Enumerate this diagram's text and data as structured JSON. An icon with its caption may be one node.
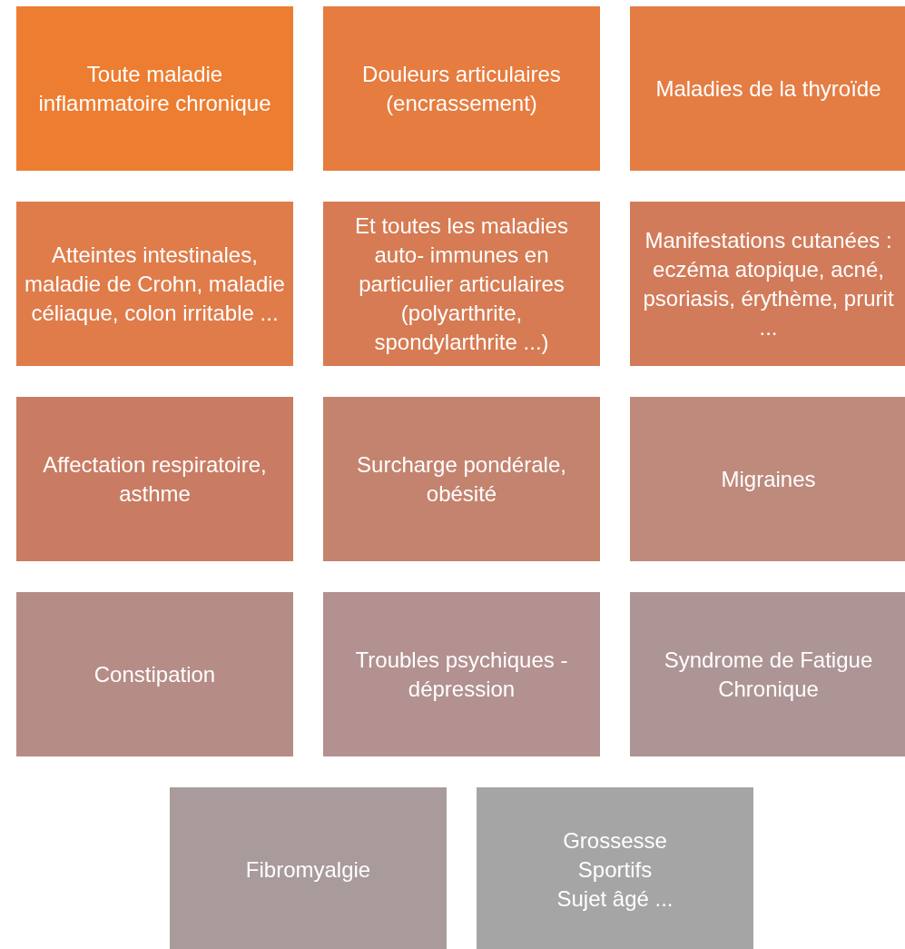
{
  "diagram": {
    "nodes": [
      {
        "text": [
          "Toute maladie inflammatoire chronique"
        ]
      },
      {
        "text": [
          "Douleurs articulaires (encrassement)"
        ]
      },
      {
        "text": [
          "Maladies de la thyroïde"
        ]
      },
      {
        "text": [
          "Atteintes intestinales, maladie de Crohn, maladie céliaque, colon irritable ..."
        ]
      },
      {
        "text": [
          "Et toutes les maladies auto- immunes en particulier articulaires (polyarthrite, spondylarthrite ...)"
        ]
      },
      {
        "text": [
          "Manifestations cutanées : eczéma atopique, acné, psoriasis, érythème, prurit ..."
        ]
      },
      {
        "text": [
          "Affectation respiratoire, asthme"
        ]
      },
      {
        "text": [
          "Surcharge pondérale, obésité"
        ]
      },
      {
        "text": [
          "Migraines"
        ]
      },
      {
        "text": [
          "Constipation"
        ]
      },
      {
        "text": [
          "Troubles psychiques - dépression"
        ]
      },
      {
        "text": [
          "Syndrome de Fatigue Chronique"
        ]
      },
      {
        "text": [
          "Fibromyalgie"
        ]
      },
      {
        "text": [
          "Grossesse",
          "Sportifs",
          "Sujet âgé ..."
        ]
      }
    ]
  }
}
